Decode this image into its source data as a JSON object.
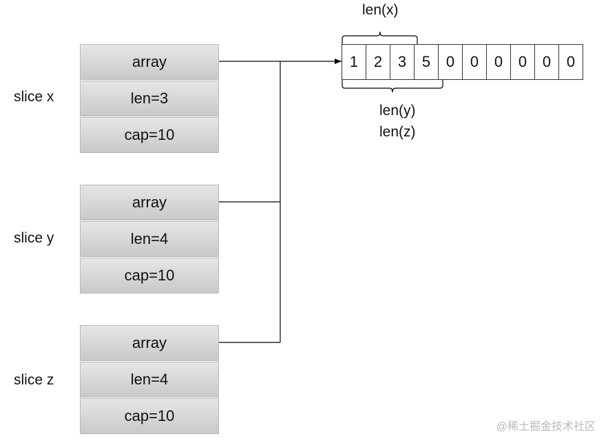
{
  "slices": [
    {
      "label": "slice x",
      "fields": [
        "array",
        "len=3",
        "cap=10"
      ]
    },
    {
      "label": "slice y",
      "fields": [
        "array",
        "len=4",
        "cap=10"
      ]
    },
    {
      "label": "slice z",
      "fields": [
        "array",
        "len=4",
        "cap=10"
      ]
    }
  ],
  "array_cells": [
    "1",
    "2",
    "3",
    "5",
    "0",
    "0",
    "0",
    "0",
    "0",
    "0"
  ],
  "top_label": "len(x)",
  "bottom_label_1": "len(y)",
  "bottom_label_2": "len(z)",
  "watermark": "@稀土掘金技术社区"
}
